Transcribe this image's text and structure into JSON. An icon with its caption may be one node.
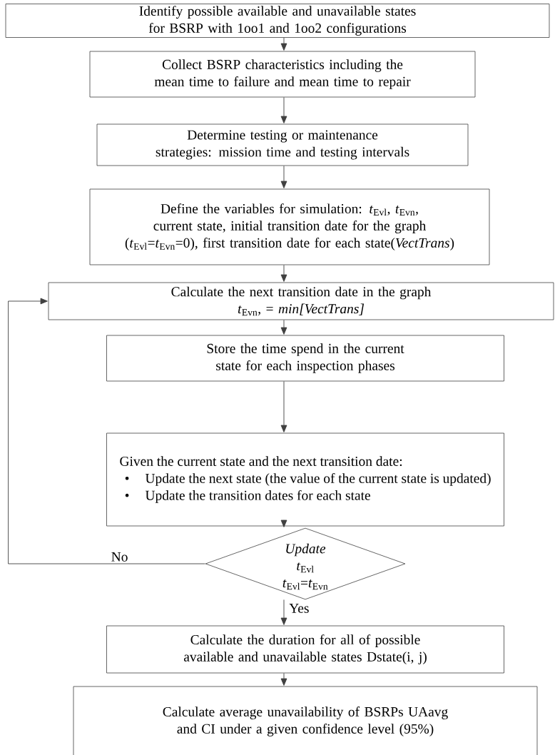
{
  "diagram": {
    "nodes": [
      {
        "text": [
          "Identify  possible available and unavailable states for BSRP with 1oo1 and 1oo2 configurations"
        ]
      },
      {
        "text": [
          "Collect BSRP characteristics including the mean time to failure and mean time to repair"
        ]
      },
      {
        "text": [
          "Determine testing or maintenance strategies: mission time and testing intervals"
        ]
      },
      {
        "text": [
          "Define the variables for simulation: *t*$_{Evl}$, *t*$_{Evn}$, current state, initial transition date for the graph (*t*$_{Evl}$=*t*$_{Evn}$=0), first transition date for each state(*VectTrans*)"
        ]
      },
      {
        "text": [
          "Calculate the next transition date in the graph",
          "*t*$_{Evn}$, = *min[VectTrans]*"
        ]
      },
      {
        "text": [
          "Store the time spend in the current state for each inspection phases"
        ]
      },
      {
        "text": [
          "Given the current state and the next transition date:",
          "Update the next state (the value of the current state is updated)",
          "Update the transition dates for each state"
        ]
      },
      {
        "text": [
          "*Update*",
          "*t*$_{Evl}$",
          "*t*$_{Evl}$=*t*$_{Evn}$"
        ]
      },
      {
        "text": [
          "Calculate the duration for all of possible available and unavailable states Dstate(i, j)"
        ]
      },
      {
        "text": [
          "Calculate average unavailability of BSRPs UAavg and CI under a given confidence level (95%)"
        ]
      }
    ],
    "edges": [
      {
        "from": 0,
        "to": 1,
        "arrow": "to"
      },
      {
        "from": 1,
        "to": 2,
        "arrow": "to"
      },
      {
        "from": 2,
        "to": 3,
        "arrow": "to"
      },
      {
        "from": 3,
        "to": 4,
        "arrow": "to"
      },
      {
        "from": 4,
        "to": 5,
        "arrow": "to"
      },
      {
        "from": 5,
        "to": 6,
        "arrow": "to"
      },
      {
        "from": 6,
        "to": 7,
        "arrow": "to"
      },
      {
        "from": 7,
        "to": 4,
        "arrow": "to",
        "label": "No"
      },
      {
        "from": 7,
        "to": 8,
        "arrow": "to",
        "label": "Yes"
      },
      {
        "from": 8,
        "to": 9,
        "arrow": "to"
      }
    ],
    "labels": [
      "•",
      "•"
    ]
  }
}
